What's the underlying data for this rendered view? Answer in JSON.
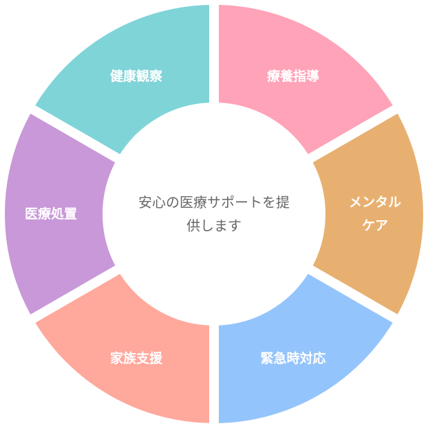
{
  "center_text": "安心の医療サポートを提供します",
  "center_lines": [
    "安心の医療サポートを提",
    "供します"
  ],
  "segments": [
    {
      "label": "療養指導",
      "color": "#ffa3b8"
    },
    {
      "label": "メンタルケア",
      "lines": [
        "メンタル",
        "ケア"
      ],
      "color": "#e8b070"
    },
    {
      "label": "緊急時対応",
      "color": "#94c4fc"
    },
    {
      "label": "家族支援",
      "color": "#ffa89c"
    },
    {
      "label": "医療処置",
      "color": "#c898d8"
    },
    {
      "label": "健康観察",
      "color": "#7fd4d8"
    }
  ]
}
